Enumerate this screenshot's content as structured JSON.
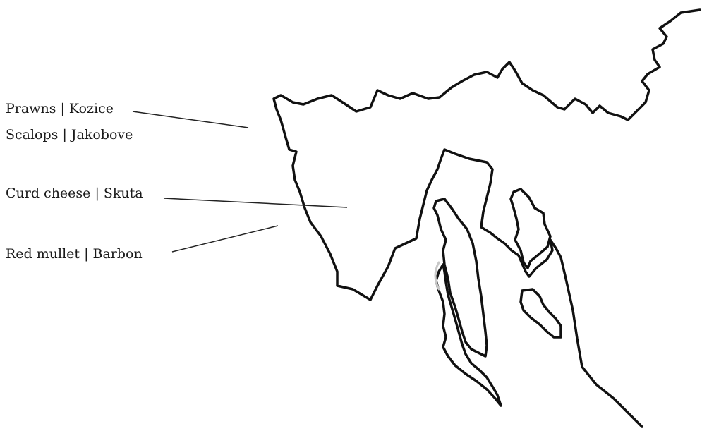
{
  "labels": {
    "prawns": "Prawns | Kozice",
    "scalops": "Scalops | Jakobove",
    "curd": "Curd cheese | Skuta",
    "mullet": "Red mullet | Barbon"
  },
  "colors": {
    "outline": "#111111",
    "leader": "#222222",
    "background": "#ffffff"
  }
}
